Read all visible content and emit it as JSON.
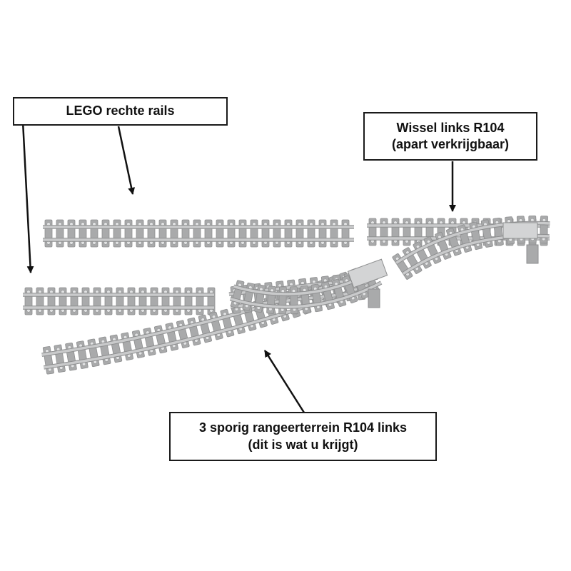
{
  "labels": {
    "straight_rails": [
      "LEGO rechte rails"
    ],
    "switch": [
      "Wissel links R104",
      "(apart verkrijgbaar)"
    ],
    "yard": [
      "3 sporig rangeerterrein R104 links",
      "(dit is wat u krijgt)"
    ]
  },
  "colors": {
    "rail": "#c9cacb",
    "sleeper": "#a9aaab",
    "stud": "#e2e3e4",
    "outline": "#8e8f90",
    "arrow": "#111111"
  }
}
